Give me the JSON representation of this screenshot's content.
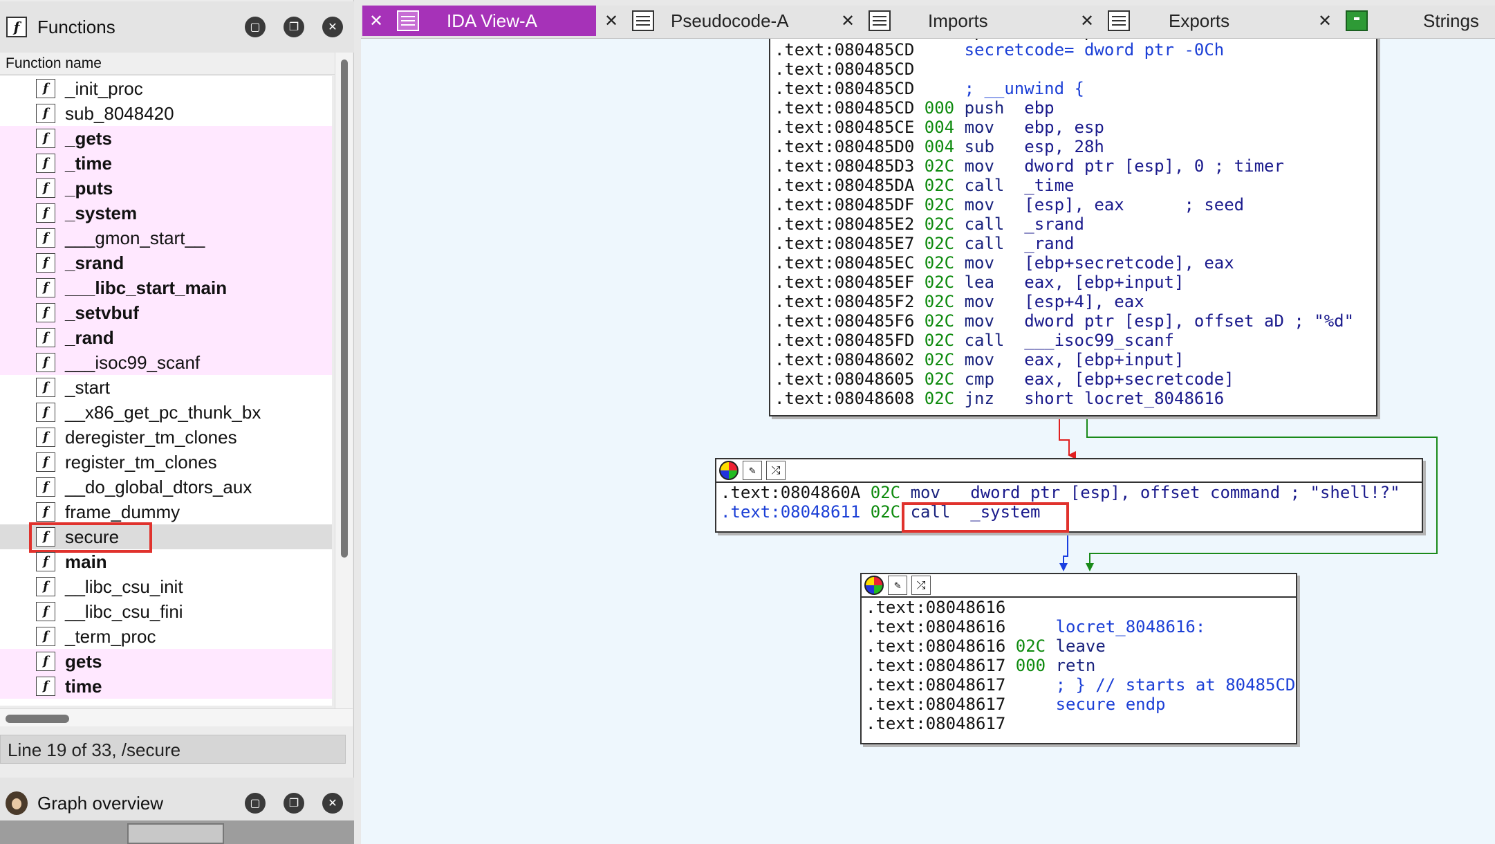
{
  "left_panel": {
    "title": "Functions",
    "column_header": "Function name",
    "functions": [
      {
        "name": "_init_proc",
        "lib": false,
        "bold": false
      },
      {
        "name": "sub_8048420",
        "lib": false,
        "bold": false
      },
      {
        "name": "_gets",
        "lib": true,
        "bold": true
      },
      {
        "name": "_time",
        "lib": true,
        "bold": true
      },
      {
        "name": "_puts",
        "lib": true,
        "bold": true
      },
      {
        "name": "_system",
        "lib": true,
        "bold": true
      },
      {
        "name": "___gmon_start__",
        "lib": true,
        "bold": false
      },
      {
        "name": "_srand",
        "lib": true,
        "bold": true
      },
      {
        "name": "___libc_start_main",
        "lib": true,
        "bold": true
      },
      {
        "name": "_setvbuf",
        "lib": true,
        "bold": true
      },
      {
        "name": "_rand",
        "lib": true,
        "bold": true
      },
      {
        "name": "___isoc99_scanf",
        "lib": true,
        "bold": false
      },
      {
        "name": "_start",
        "lib": false,
        "bold": false
      },
      {
        "name": "__x86_get_pc_thunk_bx",
        "lib": false,
        "bold": false
      },
      {
        "name": "deregister_tm_clones",
        "lib": false,
        "bold": false
      },
      {
        "name": "register_tm_clones",
        "lib": false,
        "bold": false
      },
      {
        "name": "__do_global_dtors_aux",
        "lib": false,
        "bold": false
      },
      {
        "name": "frame_dummy",
        "lib": false,
        "bold": false
      },
      {
        "name": "secure",
        "lib": false,
        "bold": false,
        "selected": true
      },
      {
        "name": "main",
        "lib": false,
        "bold": true
      },
      {
        "name": "__libc_csu_init",
        "lib": false,
        "bold": false
      },
      {
        "name": "__libc_csu_fini",
        "lib": false,
        "bold": false
      },
      {
        "name": "_term_proc",
        "lib": false,
        "bold": false
      },
      {
        "name": "gets",
        "lib": true,
        "bold": true
      },
      {
        "name": "time",
        "lib": true,
        "bold": true
      }
    ],
    "status": "Line 19 of 33, /secure",
    "graph_overview_title": "Graph overview"
  },
  "tabs": [
    {
      "label": "IDA View-A",
      "active": true
    },
    {
      "label": "Pseudocode-A",
      "active": false
    },
    {
      "label": "Imports",
      "active": false
    },
    {
      "label": "Exports",
      "active": false
    },
    {
      "label": "Strings",
      "active": false
    }
  ],
  "graph": {
    "block1": [
      {
        "addr": ".text:080485CD",
        "sp": "   ",
        "text": "secretcode= dword ptr -0Ch"
      },
      {
        "addr": ".text:080485CD",
        "sp": "   ",
        "text": ""
      },
      {
        "addr": ".text:080485CD",
        "sp": "   ",
        "text": "; __unwind {"
      },
      {
        "addr": ".text:080485CD",
        "sp": "000",
        "mn": "push",
        "ops": "ebp"
      },
      {
        "addr": ".text:080485CE",
        "sp": "004",
        "mn": "mov",
        "ops": "ebp, esp"
      },
      {
        "addr": ".text:080485D0",
        "sp": "004",
        "mn": "sub",
        "ops": "esp, 28h"
      },
      {
        "addr": ".text:080485D3",
        "sp": "02C",
        "mn": "mov",
        "ops": "dword ptr [esp], 0 ; timer"
      },
      {
        "addr": ".text:080485DA",
        "sp": "02C",
        "mn": "call",
        "ops": "_time"
      },
      {
        "addr": ".text:080485DF",
        "sp": "02C",
        "mn": "mov",
        "ops": "[esp], eax      ; seed"
      },
      {
        "addr": ".text:080485E2",
        "sp": "02C",
        "mn": "call",
        "ops": "_srand"
      },
      {
        "addr": ".text:080485E7",
        "sp": "02C",
        "mn": "call",
        "ops": "_rand"
      },
      {
        "addr": ".text:080485EC",
        "sp": "02C",
        "mn": "mov",
        "ops": "[ebp+secretcode], eax"
      },
      {
        "addr": ".text:080485EF",
        "sp": "02C",
        "mn": "lea",
        "ops": "eax, [ebp+input]"
      },
      {
        "addr": ".text:080485F2",
        "sp": "02C",
        "mn": "mov",
        "ops": "[esp+4], eax"
      },
      {
        "addr": ".text:080485F6",
        "sp": "02C",
        "mn": "mov",
        "ops": "dword ptr [esp], offset aD ; \"%d\""
      },
      {
        "addr": ".text:080485FD",
        "sp": "02C",
        "mn": "call",
        "ops": "___isoc99_scanf"
      },
      {
        "addr": ".text:08048602",
        "sp": "02C",
        "mn": "mov",
        "ops": "eax, [ebp+input]"
      },
      {
        "addr": ".text:08048605",
        "sp": "02C",
        "mn": "cmp",
        "ops": "eax, [ebp+secretcode]"
      },
      {
        "addr": ".text:08048608",
        "sp": "02C",
        "mn": "jnz",
        "ops": "short locret_8048616"
      }
    ],
    "block2": [
      {
        "addr": ".text:0804860A",
        "sp": "02C",
        "mn": "mov",
        "ops": "dword ptr [esp], offset command ; \"shell!?\""
      },
      {
        "addr": ".text:08048611",
        "sp": "02C",
        "mn": "call",
        "ops": "_system"
      }
    ],
    "block3": [
      {
        "addr": ".text:08048616",
        "sp": "   ",
        "text": ""
      },
      {
        "addr": ".text:08048616",
        "sp": "   ",
        "text": "locret_8048616:"
      },
      {
        "addr": ".text:08048616",
        "sp": "02C",
        "mn": "leave",
        "ops": ""
      },
      {
        "addr": ".text:08048617",
        "sp": "000",
        "mn": "retn",
        "ops": ""
      },
      {
        "addr": ".text:08048617",
        "sp": "   ",
        "text": "; } // starts at 80485CD"
      },
      {
        "addr": ".text:08048617",
        "sp": "   ",
        "text": "secure endp"
      },
      {
        "addr": ".text:08048617",
        "sp": "   ",
        "text": ""
      }
    ]
  }
}
